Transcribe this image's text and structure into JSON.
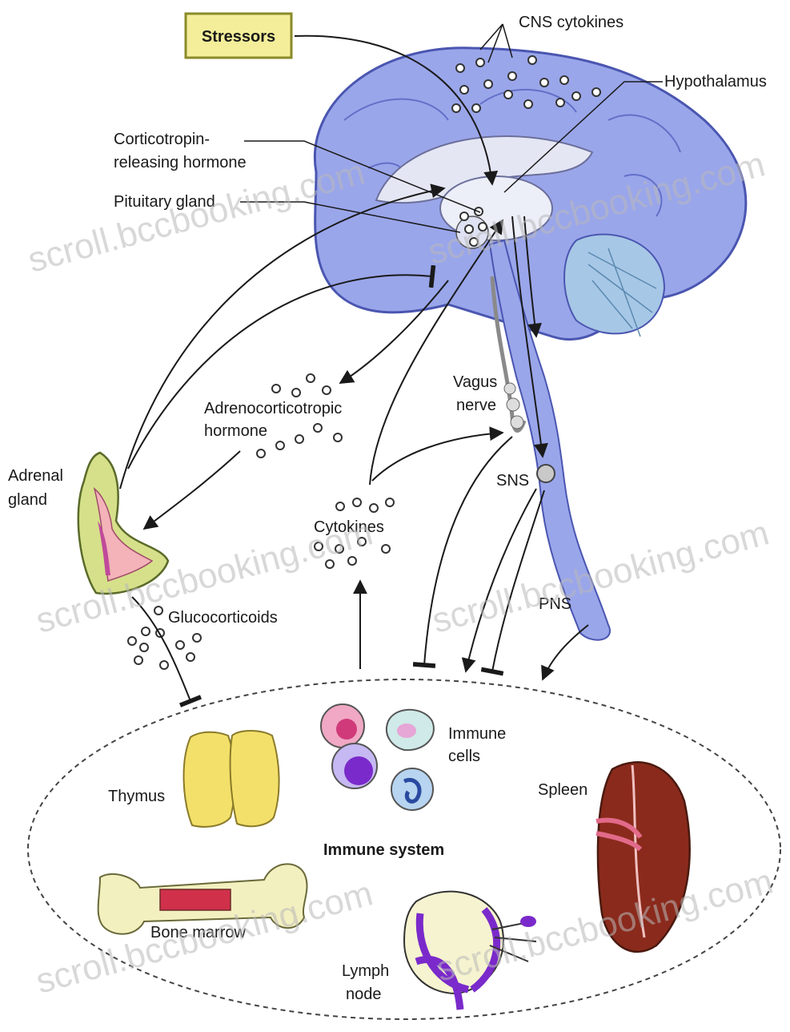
{
  "labels": {
    "stressors": "Stressors",
    "cns_cytokines": "CNS cytokines",
    "hypothalamus": "Hypothalamus",
    "crh_line1": "Corticotropin-",
    "crh_line2": "releasing hormone",
    "pituitary": "Pituitary gland",
    "acth_line1": "Adrenocorticotropic",
    "acth_line2": "hormone",
    "vagus_line1": "Vagus",
    "vagus_line2": "nerve",
    "sns": "SNS",
    "pns": "PNS",
    "adrenal_line1": "Adrenal",
    "adrenal_line2": "gland",
    "cytokines": "Cytokines",
    "glucocorticoids": "Glucocorticoids",
    "immune_cells_line1": "Immune",
    "immune_cells_line2": "cells",
    "thymus": "Thymus",
    "spleen": "Spleen",
    "immune_system": "Immune system",
    "bone_marrow": "Bone marrow",
    "lymph_line1": "Lymph",
    "lymph_line2": "node"
  },
  "watermark": "scroll.bccbooking.com",
  "colors": {
    "brain": "#9aa6ea",
    "brain_edge": "#4a56b0",
    "stressor_box": "#f4ee9a",
    "stressor_border": "#8a8a2a",
    "adrenal": "#d6e08a",
    "thymus": "#f2e06a",
    "spleen": "#8a2a1c",
    "arrow": "#1a1a1a"
  }
}
